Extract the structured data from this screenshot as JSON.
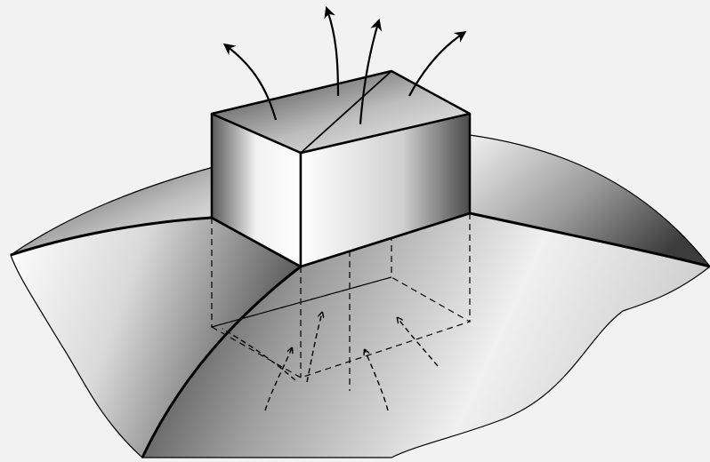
{
  "figure": {
    "type": "3d-illustration",
    "elements": [
      "surface-patch",
      "box-volume",
      "hidden-edges",
      "flux-out-arrows",
      "flux-in-arrows"
    ],
    "colors": {
      "line": "#000000",
      "shade_dark": "#3c3c3c",
      "shade_light": "#ffffff",
      "background": "#f2f2f2"
    }
  }
}
